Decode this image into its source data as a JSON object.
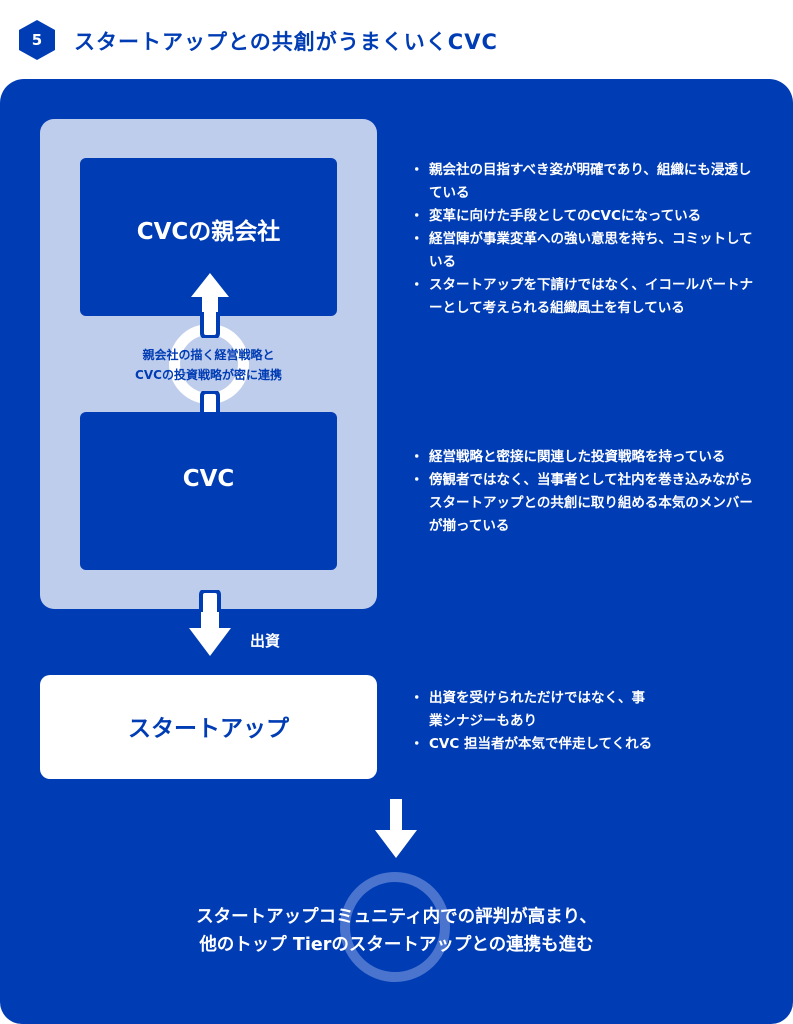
{
  "header": {
    "number": "5",
    "title": "スタートアップとの共創がうまくいくCVC"
  },
  "colors": {
    "primary": "#003cb4",
    "light": "#bfcdec",
    "ring_accent": "#4a74ce",
    "white": "#ffffff"
  },
  "diagram": {
    "parent_company": "CVCの親会社",
    "cvc": "CVC",
    "link_text": [
      "親会社の描く経営戦略と",
      "CVCの投資戦略が密に連携"
    ],
    "investment_label": "出資",
    "startup": "スタートアップ",
    "result": [
      "スタートアップコミュニティ内での評判が高まり、",
      "他のトップ Tierのスタートアップとの連携も進む"
    ]
  },
  "bullets": {
    "parent": [
      "親会社の目指すべき姿が明確であり、組織にも浸透している",
      "変革に向けた手段としてのCVCになっている",
      "経営陣が事業変革への強い意思を持ち、コミットしている",
      "スタートアップを下請けではなく、イコールパートナーとして考えられる組織風土を有している"
    ],
    "cvc": [
      "経営戦略と密接に関連した投資戦略を持っている",
      "傍観者ではなく、当事者として社内を巻き込みながらスタートアップとの共創に取り組める本気のメンバーが揃っている"
    ],
    "startup": [
      "出資を受けられただけではなく、事業シナジーもあり",
      "CVC 担当者が本気で伴走してくれる"
    ]
  }
}
